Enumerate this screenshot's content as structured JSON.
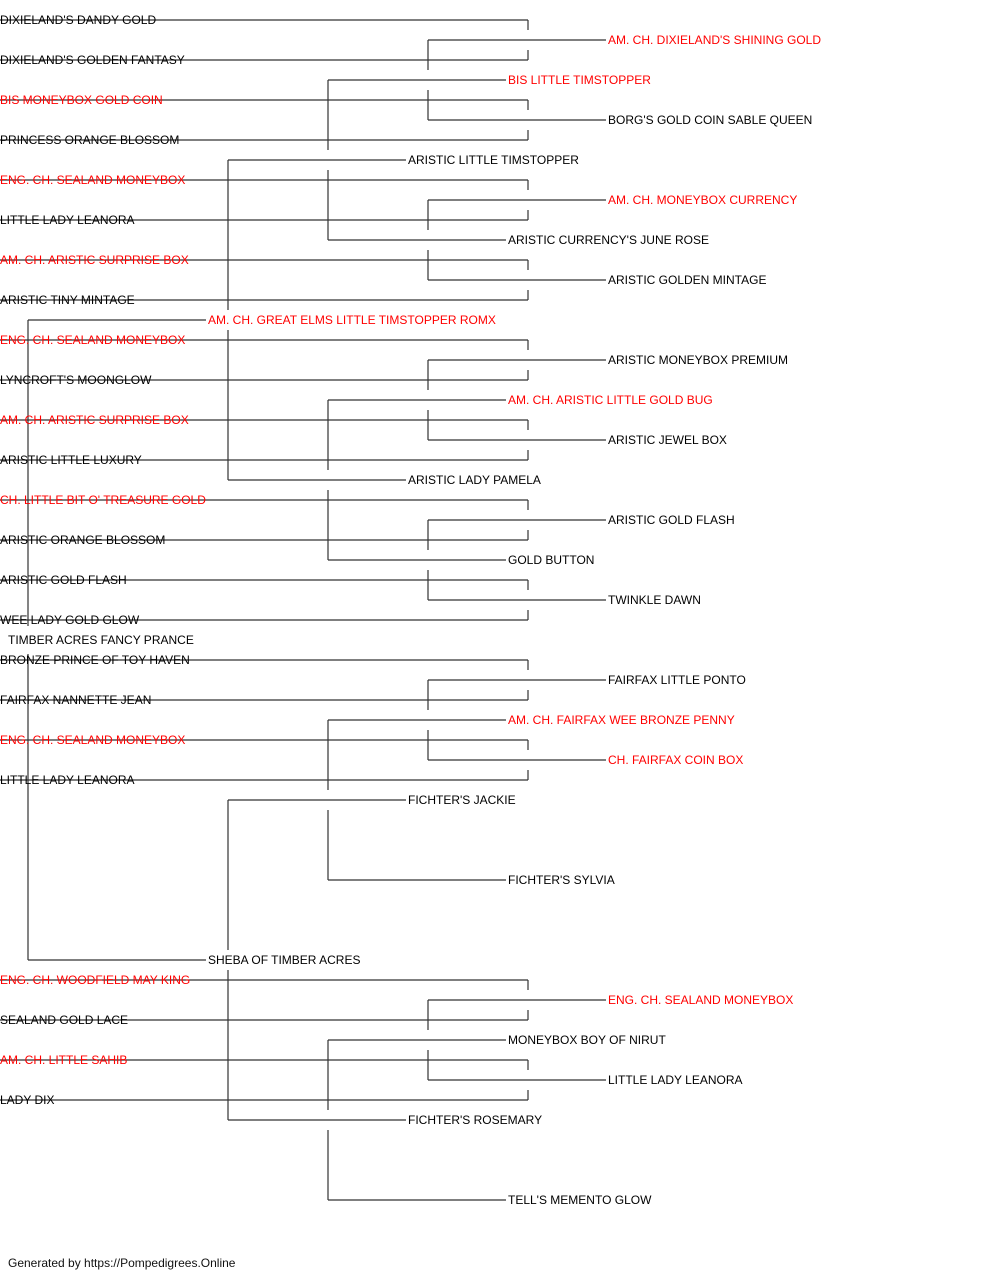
{
  "colors": {
    "champion": "#ff0000",
    "normal": "#000000",
    "line": "#333333"
  },
  "pedigree": {
    "name": "TIMBER ACRES FANCY PRANCE",
    "champion": false,
    "sire": {
      "name": "AM. CH. GREAT ELMS LITTLE TIMSTOPPER ROMX",
      "champion": true,
      "sire": {
        "name": "ARISTIC LITTLE TIMSTOPPER",
        "champion": false,
        "sire": {
          "name": "BIS LITTLE TIMSTOPPER",
          "champion": true,
          "sire": {
            "name": "AM. CH. DIXIELAND'S SHINING GOLD",
            "champion": true,
            "sire": {
              "name": "DIXIELAND'S DANDY GOLD",
              "champion": false
            },
            "dam": {
              "name": "DIXIELAND'S GOLDEN FANTASY",
              "champion": false
            }
          },
          "dam": {
            "name": "BORG'S GOLD COIN SABLE QUEEN",
            "champion": false,
            "sire": {
              "name": "BIS MONEYBOX GOLD COIN",
              "champion": true
            },
            "dam": {
              "name": "PRINCESS ORANGE BLOSSOM",
              "champion": false
            }
          }
        },
        "dam": {
          "name": "ARISTIC CURRENCY'S JUNE ROSE",
          "champion": false,
          "sire": {
            "name": "AM. CH. MONEYBOX CURRENCY",
            "champion": true,
            "sire": {
              "name": "ENG. CH. SEALAND MONEYBOX",
              "champion": true
            },
            "dam": {
              "name": "LITTLE LADY LEANORA",
              "champion": false
            }
          },
          "dam": {
            "name": "ARISTIC GOLDEN MINTAGE",
            "champion": false,
            "sire": {
              "name": "AM. CH. ARISTIC SURPRISE BOX",
              "champion": true
            },
            "dam": {
              "name": "ARISTIC TINY MINTAGE",
              "champion": false
            }
          }
        }
      },
      "dam": {
        "name": "ARISTIC LADY PAMELA",
        "champion": false,
        "sire": {
          "name": "AM. CH. ARISTIC LITTLE GOLD BUG",
          "champion": true,
          "sire": {
            "name": "ARISTIC MONEYBOX PREMIUM",
            "champion": false,
            "sire": {
              "name": "ENG. CH. SEALAND MONEYBOX",
              "champion": true
            },
            "dam": {
              "name": "LYNCROFT'S MOONGLOW",
              "champion": false
            }
          },
          "dam": {
            "name": "ARISTIC JEWEL BOX",
            "champion": false,
            "sire": {
              "name": "AM. CH. ARISTIC SURPRISE BOX",
              "champion": true
            },
            "dam": {
              "name": "ARISTIC LITTLE LUXURY",
              "champion": false
            }
          }
        },
        "dam": {
          "name": "GOLD BUTTON",
          "champion": false,
          "sire": {
            "name": "ARISTIC GOLD FLASH",
            "champion": false,
            "sire": {
              "name": "CH. LITTLE BIT O' TREASURE GOLD",
              "champion": true
            },
            "dam": {
              "name": "ARISTIC ORANGE BLOSSOM",
              "champion": false
            }
          },
          "dam": {
            "name": "TWINKLE DAWN",
            "champion": false,
            "sire": {
              "name": "ARISTIC GOLD FLASH",
              "champion": false
            },
            "dam": {
              "name": "WEE LADY GOLD GLOW",
              "champion": false
            }
          }
        }
      }
    },
    "dam": {
      "name": "SHEBA OF TIMBER ACRES",
      "champion": false,
      "sire": {
        "name": "FICHTER'S JACKIE",
        "champion": false,
        "sire": {
          "name": "AM. CH. FAIRFAX WEE BRONZE PENNY",
          "champion": true,
          "sire": {
            "name": "FAIRFAX LITTLE PONTO",
            "champion": false,
            "sire": {
              "name": "BRONZE PRINCE OF TOY HAVEN",
              "champion": false
            },
            "dam": {
              "name": "FAIRFAX NANNETTE JEAN",
              "champion": false
            }
          },
          "dam": {
            "name": "CH. FAIRFAX COIN BOX",
            "champion": true,
            "sire": {
              "name": "ENG. CH. SEALAND MONEYBOX",
              "champion": true
            },
            "dam": {
              "name": "LITTLE LADY LEANORA",
              "champion": false
            }
          }
        },
        "dam": {
          "name": "FICHTER'S SYLVIA",
          "champion": false
        }
      },
      "dam": {
        "name": "FICHTER'S ROSEMARY",
        "champion": false,
        "sire": {
          "name": "MONEYBOX BOY OF NIRUT",
          "champion": false,
          "sire": {
            "name": "ENG. CH. SEALAND MONEYBOX",
            "champion": true,
            "sire": {
              "name": "ENG. CH. WOODFIELD MAY KING",
              "champion": true
            },
            "dam": {
              "name": "SEALAND GOLD LACE",
              "champion": false
            }
          },
          "dam": {
            "name": "LITTLE LADY LEANORA",
            "champion": false,
            "sire": {
              "name": "AM. CH. LITTLE SAHIB",
              "champion": true
            },
            "dam": {
              "name": "LADY DIX",
              "champion": false
            }
          }
        },
        "dam": {
          "name": "TELL'S MEMENTO GLOW",
          "champion": false
        }
      }
    }
  },
  "footer": "Generated by https://Pompedigrees.Online"
}
